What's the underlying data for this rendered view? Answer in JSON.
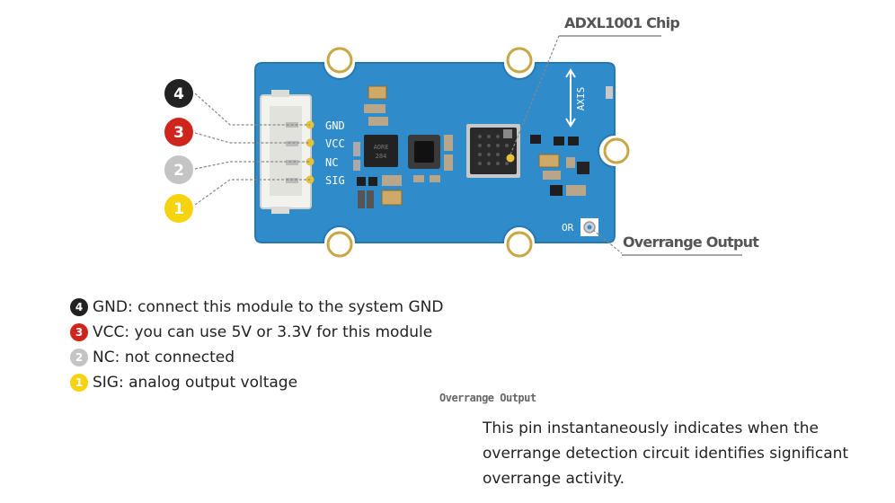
{
  "callouts": {
    "chip": "ADXL1001 Chip",
    "overrange": "Overrange Output"
  },
  "board": {
    "axis_label": "AXIS",
    "or_label": "OR",
    "chip_marking_1": "AORE",
    "chip_marking_2": "284"
  },
  "pins": [
    {
      "number": "4",
      "label": "GND",
      "color": "#222222",
      "text_color": "#ffffff"
    },
    {
      "number": "3",
      "label": "VCC",
      "color": "#d0251c",
      "text_color": "#ffffff"
    },
    {
      "number": "2",
      "label": "NC",
      "color": "#c4c4c4",
      "text_color": "#ffffff"
    },
    {
      "number": "1",
      "label": "SIG",
      "color": "#f5d40f",
      "text_color": "#ffffff"
    }
  ],
  "legend": [
    {
      "number": "4",
      "text": "GND: connect this module to the system GND"
    },
    {
      "number": "3",
      "text": "VCC: you can use 5V or 3.3V for this module"
    },
    {
      "number": "2",
      "text": "NC: not connected"
    },
    {
      "number": "1",
      "text": "SIG: analog output voltage"
    }
  ],
  "overrange_section": {
    "heading": "Overrange Output",
    "description": "This pin instantaneously indicates when the overrange detection circuit identifies significant overrange activity."
  },
  "colors": {
    "pcb": "#2f8bc9",
    "pcb_edge": "#2678b3",
    "silkscreen": "#ffffff",
    "pad": "#d9b43a",
    "callout_line": "#888888"
  }
}
